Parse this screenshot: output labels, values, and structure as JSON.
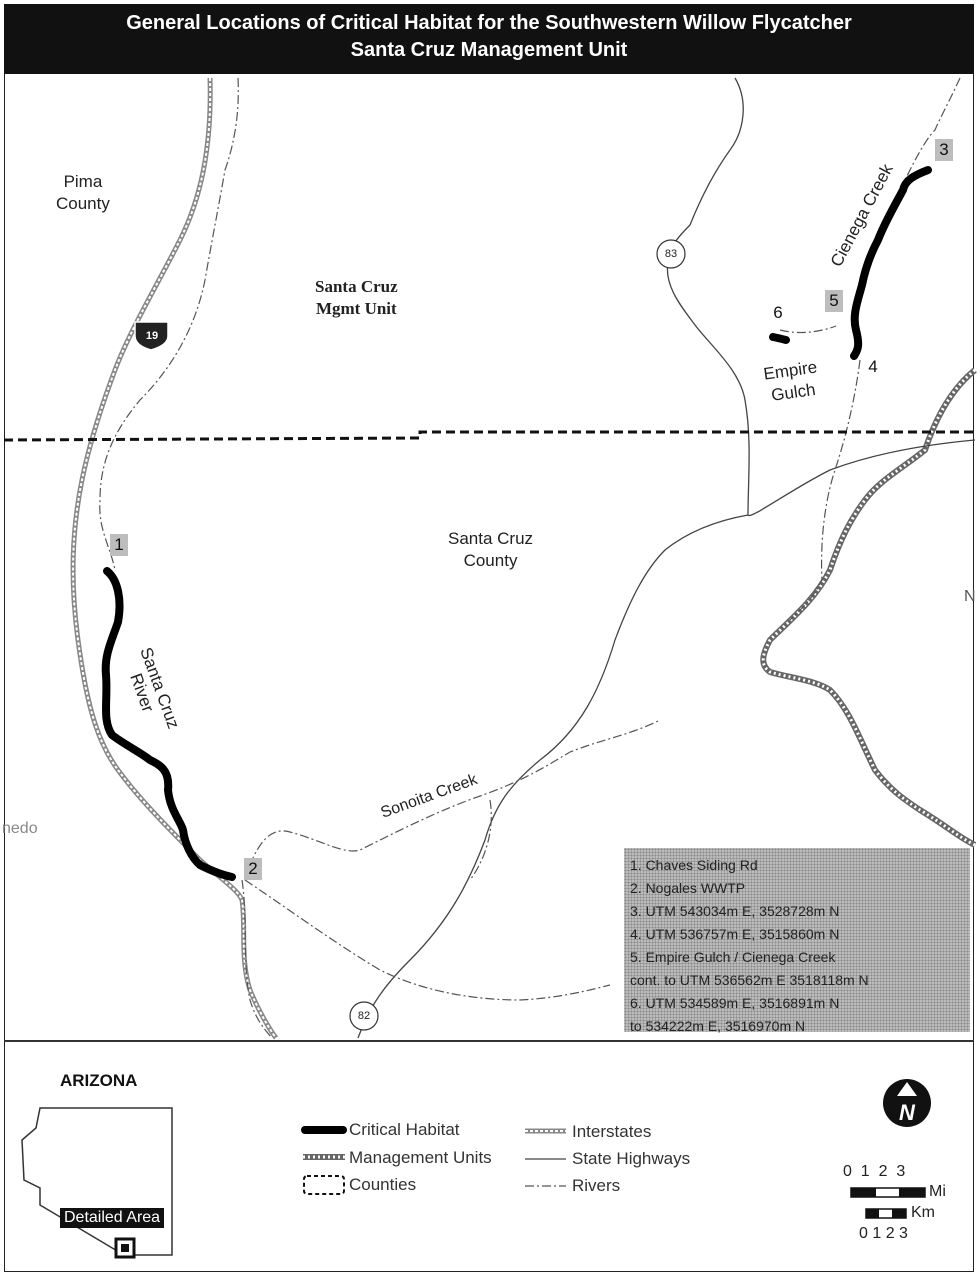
{
  "title": {
    "line1": "General Locations of Critical Habitat for the Southwestern Willow Flycatcher",
    "line2": "Santa Cruz Management Unit"
  },
  "places": {
    "pima_county": "Pima\nCounty",
    "santa_cruz_mgmt_unit": "Santa Cruz\nMgmt Unit",
    "santa_cruz_county": "Santa Cruz\nCounty",
    "empire_gulch": "Empire\nGulch",
    "nogales_partial": "nedo",
    "edge_partial": "N"
  },
  "rivers": {
    "santa_cruz_river": "Santa Cruz\nRiver",
    "sonoita_creek": "Sonoita Creek",
    "cienega_creek": "Cienega Creek"
  },
  "highways": {
    "interstate": "19",
    "sh83": "83",
    "sh82": "82"
  },
  "site_numbers": [
    "1",
    "2",
    "3",
    "4",
    "5",
    "6"
  ],
  "site_list": [
    "1.  Chaves Siding Rd",
    "2.  Nogales WWTP",
    "3.  UTM 543034m E, 3528728m N",
    "4.  UTM 536757m E, 3515860m N",
    "5.  Empire Gulch / Cienega Creek",
    "cont. to UTM 536562m E 3518118m N",
    "6.  UTM 534589m E, 3516891m N",
    "to 534222m E, 3516970m N"
  ],
  "legend": {
    "state_title": "ARIZONA",
    "detailed_area": "Detailed Area",
    "items": [
      {
        "label": "Critical Habitat",
        "symbol": "thick-black-line"
      },
      {
        "label": "Management Units",
        "symbol": "hatched-line"
      },
      {
        "label": "Counties",
        "symbol": "dashed-box"
      },
      {
        "label": "Interstates",
        "symbol": "gray-double-line"
      },
      {
        "label": "State Highways",
        "symbol": "thin-line"
      },
      {
        "label": "Rivers",
        "symbol": "dash-dot-line"
      }
    ]
  },
  "scale": {
    "mi_ticks": "0  1  2  3",
    "mi_unit": "Mi",
    "km_unit": "Km",
    "km_ticks": "0 1 2 3"
  },
  "north_arrow": {
    "letter": "N",
    "icon": "north-arrow-icon"
  },
  "colors": {
    "habitat": "#000000",
    "title_bg": "#111111",
    "info_box": "#bbbbbb"
  }
}
